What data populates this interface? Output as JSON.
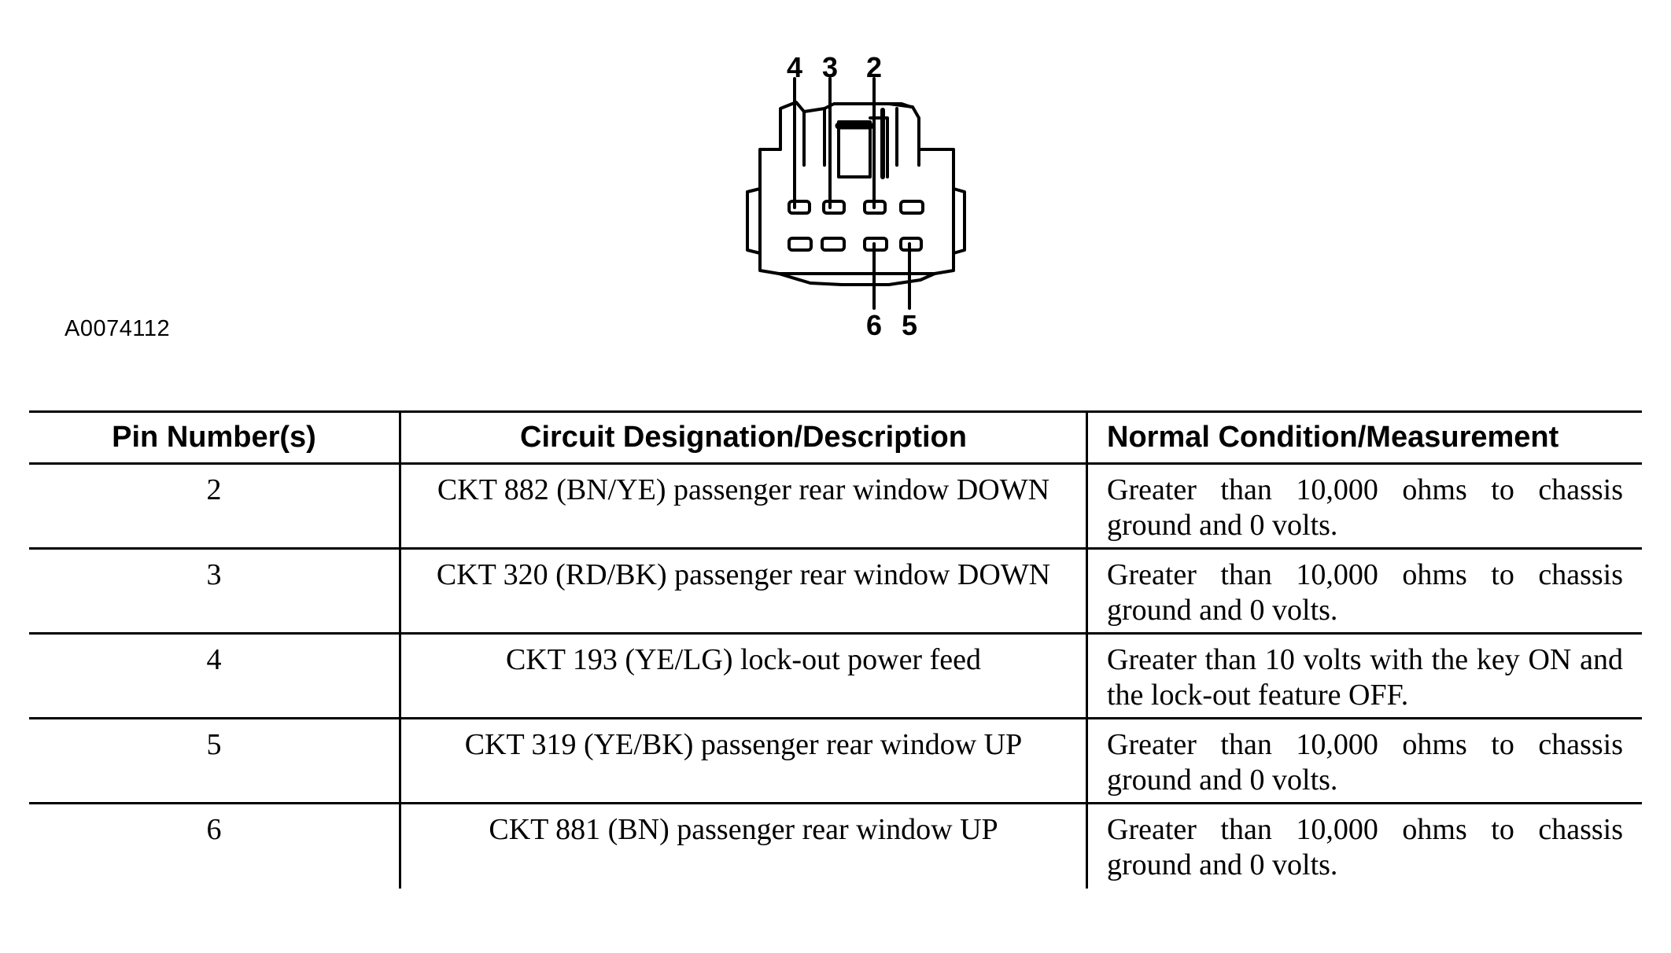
{
  "figure": {
    "id": "A0074112",
    "pin_labels_top": [
      "4",
      "3",
      "2"
    ],
    "pin_labels_bottom": [
      "6",
      "5"
    ]
  },
  "table": {
    "headers": {
      "pin": "Pin Number(s)",
      "circuit": "Circuit Designation/Description",
      "normal": "Normal Condition/Measurement"
    },
    "rows": [
      {
        "pin": "2",
        "circuit": "CKT 882 (BN/YE) passenger rear window DOWN",
        "normal": "Greater than 10,000 ohms to chassis ground and 0 volts."
      },
      {
        "pin": "3",
        "circuit": "CKT 320 (RD/BK) passenger rear window DOWN",
        "normal": "Greater than 10,000 ohms to chassis ground and 0 volts."
      },
      {
        "pin": "4",
        "circuit": "CKT 193 (YE/LG) lock-out power feed",
        "normal": "Greater than 10 volts with the key ON and the lock-out feature OFF."
      },
      {
        "pin": "5",
        "circuit": "CKT 319 (YE/BK) passenger rear window UP",
        "normal": "Greater than 10,000 ohms to chassis ground and 0 volts."
      },
      {
        "pin": "6",
        "circuit": "CKT 881 (BN) passenger rear window UP",
        "normal": "Greater than 10,000 ohms to chassis ground and 0 volts."
      }
    ]
  }
}
